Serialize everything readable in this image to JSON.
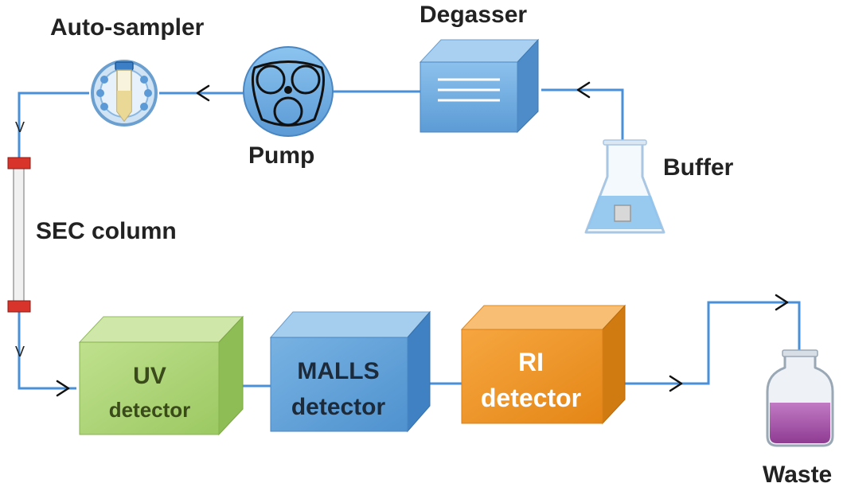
{
  "labels": {
    "autosampler": "Auto-sampler",
    "degasser": "Degasser",
    "pump": "Pump",
    "buffer": "Buffer",
    "sec_column": "SEC column",
    "waste": "Waste"
  },
  "detectors": {
    "uv": {
      "line1": "UV",
      "line2": "detector"
    },
    "malls": {
      "line1": "MALLS",
      "line2": "detector"
    },
    "ri": {
      "line1": "RI",
      "line2": "detector"
    }
  },
  "column_markers": [
    "V",
    "V"
  ],
  "colors": {
    "tubing": "#4a90d9",
    "uv_box": "#a8d270",
    "malls_box": "#5f9fd6",
    "ri_box": "#ef9422",
    "column_cap": "#d9342b",
    "waste_liquid": "#a64aa8",
    "buffer_liquid": "#8ec4ee"
  }
}
